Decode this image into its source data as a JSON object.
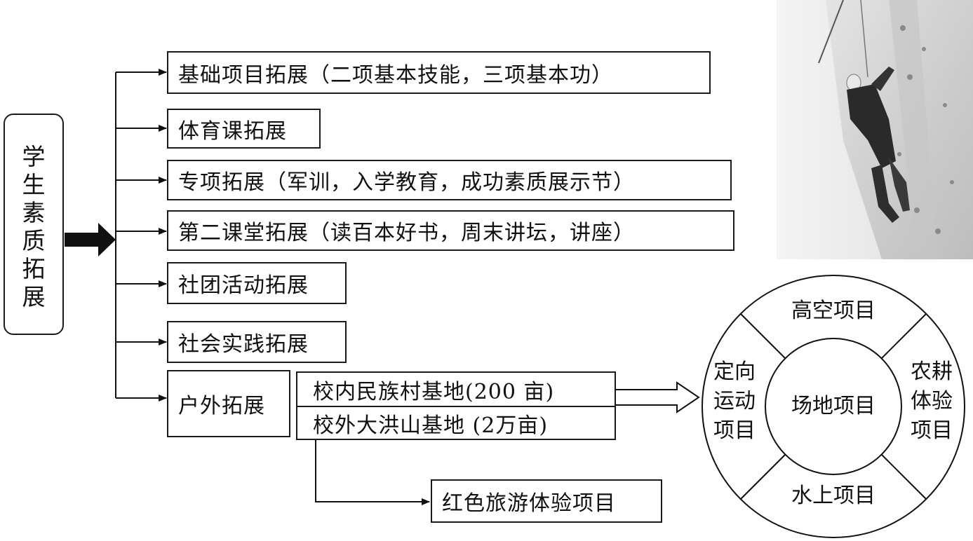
{
  "root": {
    "label": "学生素质拓展"
  },
  "branches": [
    {
      "label": "基础项目拓展（二项基本技能，三项基本功）"
    },
    {
      "label": "体育课拓展"
    },
    {
      "label": "专项拓展（军训，入学教育，成功素质展示节）"
    },
    {
      "label": "第二课堂拓展（读百本好书，周末讲坛，讲座）"
    },
    {
      "label": "社团活动拓展"
    },
    {
      "label": "社会实践拓展"
    },
    {
      "label": "户外拓展"
    }
  ],
  "outdoor": {
    "bases": [
      {
        "label": "校内民族村基地(200 亩)"
      },
      {
        "label": "校外大洪山基地 (2万亩)"
      }
    ],
    "red_tour": {
      "label": "红色旅游体验项目"
    }
  },
  "circle": {
    "center": "场地项目",
    "top": "高空项目",
    "right": "农耕体验项目",
    "bottom": "水上项目",
    "left": "定向运动项目"
  },
  "photo": {
    "subject": "climbing-wall-photo"
  }
}
